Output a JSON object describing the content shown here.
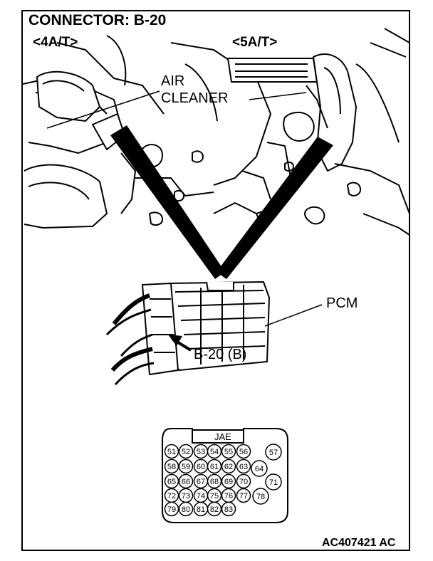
{
  "title": "CONNECTOR: B-20",
  "variants": {
    "left": "<4A/T>",
    "right": "<5A/T>"
  },
  "callouts": {
    "air_cleaner_line1": "AIR",
    "air_cleaner_line2": "CLEANER",
    "pcm": "PCM",
    "connector_ref": "B-20 (B)"
  },
  "connector_face": {
    "maker": "JAE",
    "pins": [
      "51",
      "52",
      "53",
      "54",
      "55",
      "56",
      "57",
      "58",
      "59",
      "60",
      "61",
      "62",
      "63",
      "64",
      "65",
      "66",
      "67",
      "68",
      "69",
      "70",
      "71",
      "72",
      "73",
      "74",
      "75",
      "76",
      "77",
      "78",
      "79",
      "80",
      "81",
      "82",
      "83"
    ]
  },
  "figure_id": "AC407421 AC"
}
